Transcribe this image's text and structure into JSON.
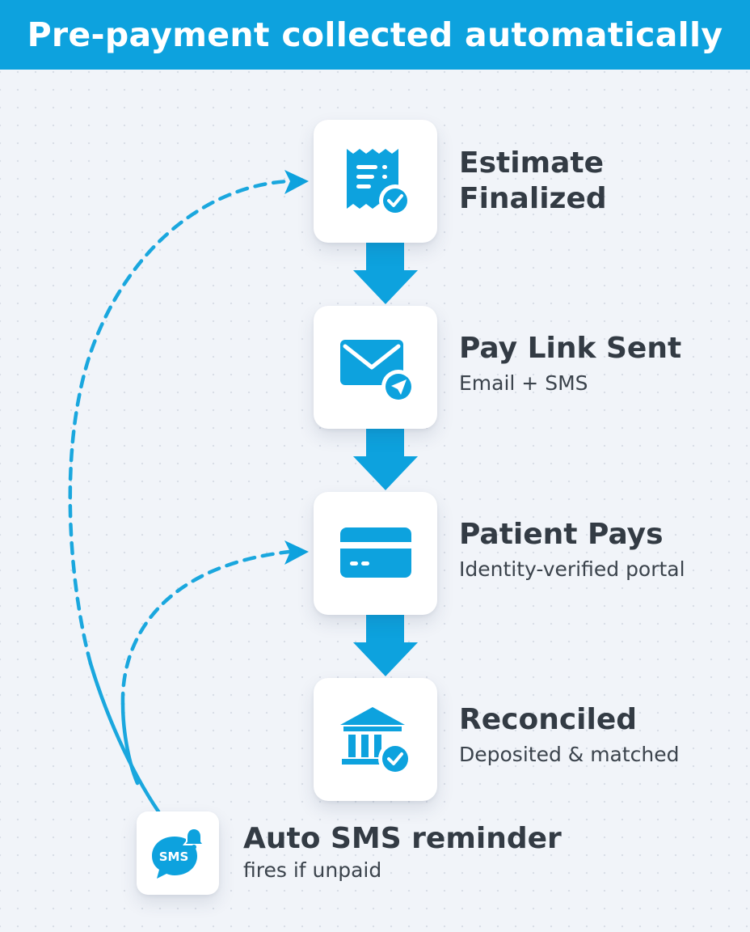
{
  "header": {
    "title": "Pre-payment collected automatically"
  },
  "colors": {
    "accent": "#0da2de",
    "banner": "#0da2de",
    "card": "#ffffff",
    "text": "#333b44"
  },
  "steps": [
    {
      "title": "Estimate\nFinalized",
      "subtitle": "",
      "icon": "receipt-check-icon"
    },
    {
      "title": "Pay Link Sent",
      "subtitle": "Email + SMS",
      "icon": "envelope-send-icon"
    },
    {
      "title": "Patient Pays",
      "subtitle": "Identity-verified portal",
      "icon": "credit-card-icon"
    },
    {
      "title": "Reconciled",
      "subtitle": "Deposited & matched",
      "icon": "bank-check-icon"
    }
  ],
  "reminder": {
    "title": "Auto SMS reminder",
    "subtitle": "fires if unpaid",
    "icon_label": "SMS",
    "icon": "sms-bell-icon"
  }
}
